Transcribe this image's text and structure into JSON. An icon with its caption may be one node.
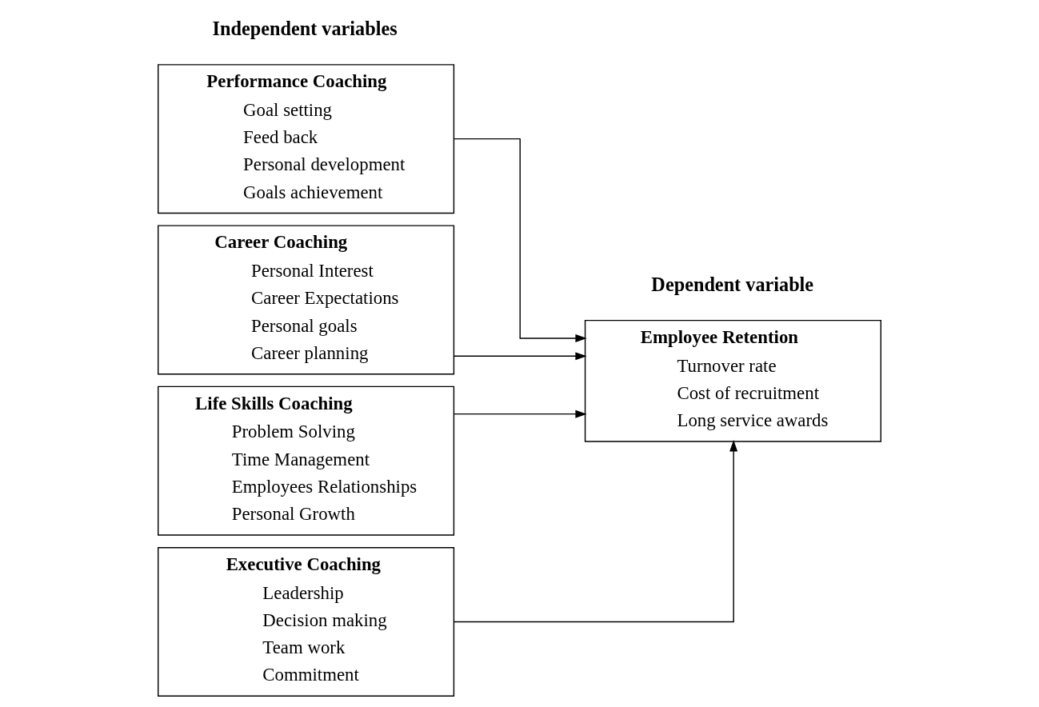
{
  "diagram": {
    "nodes": [
      {
        "text": [
          "Performance Coaching",
          "Goal setting",
          "Feed back",
          "Personal development",
          "Goals achievement"
        ]
      },
      {
        "text": [
          "Career Coaching",
          "Personal Interest",
          "Career Expectations",
          "Personal goals",
          "Career planning"
        ]
      },
      {
        "text": [
          "Life Skills Coaching",
          "Problem Solving",
          "Time Management",
          "Employees Relationships",
          "Personal Growth"
        ]
      },
      {
        "text": [
          "Executive Coaching",
          "Leadership",
          "Decision making",
          "Team work",
          "Commitment"
        ]
      },
      {
        "text": [
          "Employee Retention",
          "Turnover rate",
          "Cost of recruitment",
          "Long service awards"
        ]
      }
    ],
    "edges": [
      {
        "from": 0,
        "to": 4,
        "arrow": "to"
      },
      {
        "from": 1,
        "to": 4,
        "arrow": "to"
      },
      {
        "from": 2,
        "to": 4,
        "arrow": "to"
      },
      {
        "from": 3,
        "to": 4,
        "arrow": "to"
      }
    ],
    "labels": [
      "Independent variables",
      "Dependent variable"
    ]
  }
}
